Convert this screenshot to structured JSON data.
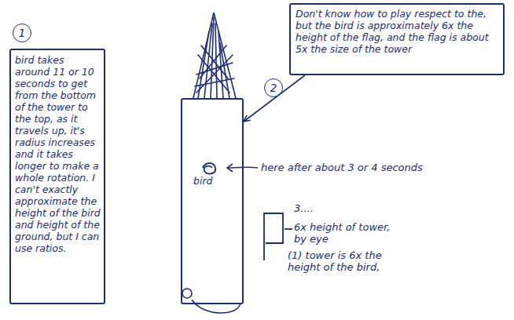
{
  "diagram": {
    "nodes": [
      {
        "text": [
          "1",
          "bird takes around 11 or 10 seconds to get from the bottom of the tower to the top, as it travels up, it's radius increases and it takes longer to make a whole rotation. I can't exactly approximate the height of the bird and height of the ground, but I can use ratios."
        ]
      },
      {
        "text": [
          "2",
          "Don't know how to play respect to the, but the bird is approximately 6x the height of the flag, and the flag is about 5x the size of the tower"
        ]
      },
      {
        "text": [
          "bird"
        ]
      }
    ],
    "edges": [
      {
        "from": 1,
        "to": 2,
        "arrow": "to"
      }
    ],
    "labels": [
      "here after about 3 or 4 seconds",
      "3....",
      "6x height of tower, by eye",
      "(1) tower is 6x the height of the bird,"
    ]
  }
}
